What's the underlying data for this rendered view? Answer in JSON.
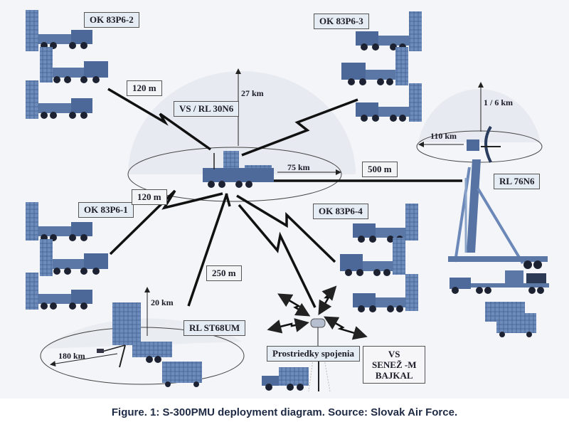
{
  "diagram": {
    "title": "S-300PMU deployment diagram",
    "units": {
      "ok_2": {
        "label": "OK 83P6-2"
      },
      "ok_3": {
        "label": "OK 83P6-3"
      },
      "ok_1": {
        "label": "OK 83P6-1"
      },
      "ok_4": {
        "label": "OK 83P6-4"
      },
      "command_radar": {
        "label": "VS / RL 30N6",
        "height_range": "27 km",
        "radius_range": "75 km"
      },
      "low_alt_radar": {
        "label": "RL 76N6",
        "height_range": "1 / 6 km",
        "radius_range": "110 km"
      },
      "surveillance_radar": {
        "label": "RL ST68UM",
        "height_range": "20 km",
        "radius_range": "180 km"
      },
      "comms": {
        "label": "Prostriedky spojenia"
      },
      "higher_command": {
        "lines": [
          "VS",
          "SENEŽ -M",
          "BAJKAL"
        ]
      }
    },
    "links": {
      "to_ok_2": "120 m",
      "to_ok_1": "120 m",
      "to_76n6": "500 m",
      "to_st68um": "250 m"
    }
  },
  "caption": "Figure. 1: S-300PMU deployment diagram. Source: Slovak Air Force."
}
